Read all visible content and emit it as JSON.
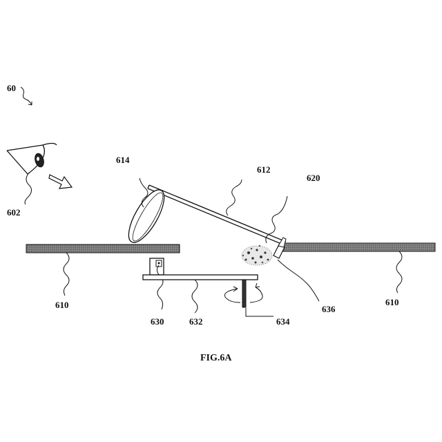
{
  "figure": {
    "caption": "FIG.6A",
    "labels": {
      "system": "60",
      "eye": "602",
      "platform_left": "610",
      "platform_right": "610",
      "mirror": "612",
      "lens": "614",
      "particles": "620",
      "camera": "630",
      "arm": "632",
      "shaft": "634",
      "nozzle": "636"
    }
  }
}
